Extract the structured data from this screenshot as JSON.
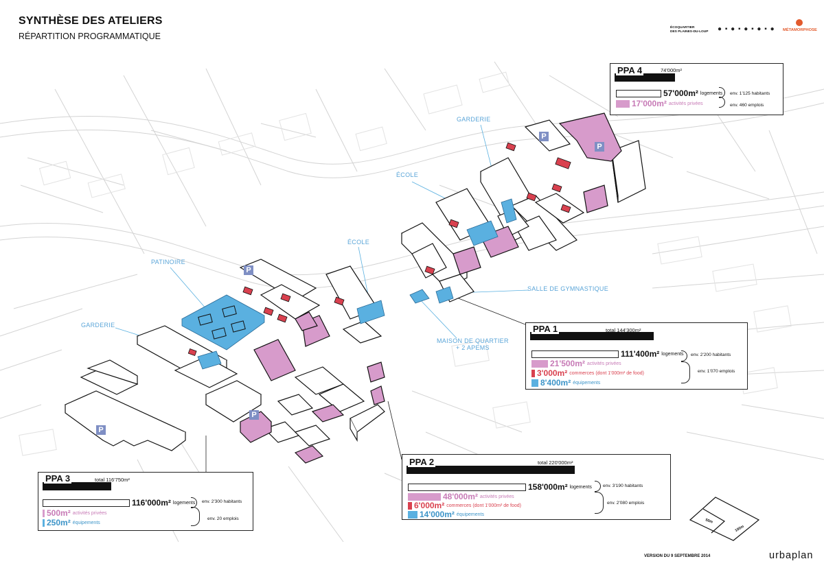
{
  "header": {
    "title": "SYNTHÈSE DES ATELIERS",
    "subtitle": "RÉPARTITION PROGRAMMATIQUE"
  },
  "logos": {
    "ecoquartier_line1": "ÉCOQUARTIER",
    "ecoquartier_line2": "DES PLAINES-DU-LOUP",
    "dots": "● ▪ ● ▪ ● ▪ ● ▪ ●",
    "metamorphose": "MÉTAMORPHOSE"
  },
  "colors": {
    "pink": "#d79bcb",
    "red": "#d9414f",
    "blue": "#5ab0e0",
    "parking": "#7f8fc4",
    "building": "#ffffff"
  },
  "map_labels": {
    "garderie_top": "GARDERIE",
    "ecole_top": "ÉCOLE",
    "ecole_mid": "ÉCOLE",
    "patinoire": "PATINOIRE",
    "garderie_left": "GARDERIE",
    "salle": "SALLE DE GYMNASTIQUE",
    "maison_line1": "MAISON DE QUARTIER",
    "maison_line2": "+ 2 APEMS",
    "parking": "P"
  },
  "ppa4": {
    "code": "PPA 4",
    "total": "74'000m²",
    "logements_value": "57'000m²",
    "logements_unit": "logements",
    "activites_value": "17'000m²",
    "activites_unit": "activités privées",
    "habitants": "env. 1'125 habitants",
    "emplois": "env. 460 emplois"
  },
  "ppa1": {
    "code": "PPA 1",
    "total": "total 144'300m²",
    "logements_value": "111'400m²",
    "logements_unit": "logements",
    "activites_value": "21'500m²",
    "activites_unit": "activités privées",
    "commerces_value": "3'000m²",
    "commerces_unit": "commerces (dont 1'000m² de food)",
    "equip_value": "8'400m²",
    "equip_unit": "équipements",
    "habitants": "env. 2'200 habitants",
    "emplois": "env. 1'070 emplois"
  },
  "ppa2": {
    "code": "PPA 2",
    "total": "total 220'000m²",
    "logements_value": "158'000m²",
    "logements_unit": "logements",
    "activites_value": "48'000m²",
    "activites_unit": "activités privées",
    "commerces_value": "6'000m²",
    "commerces_unit": "commerces (dont 1'000m² de food)",
    "equip_value": "14'000m²",
    "equip_unit": "équipements",
    "habitants": "env. 3'190 habitants",
    "emplois": "env. 2'080 emplois"
  },
  "ppa3": {
    "code": "PPA 3",
    "total": "total 116'750m²",
    "logements_value": "116'000m²",
    "logements_unit": "logements",
    "activites_value": "500m²",
    "activites_unit": "activités privées",
    "equip_value": "250m²",
    "equip_unit": "équipements",
    "habitants": "env. 2'300 habitants",
    "emplois": "env. 20 emplois"
  },
  "scale": {
    "a": "50m",
    "b": "100m"
  },
  "footer": {
    "version": "VERSION DU 9 SEPTEMBRE 2014",
    "brand": "urbaplan"
  }
}
